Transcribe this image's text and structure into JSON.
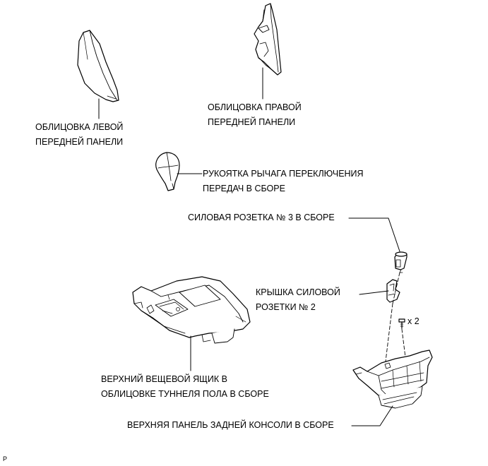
{
  "labels": {
    "left_trim": [
      "ОБЛИЦОВКА ЛЕВОЙ",
      "ПЕРЕДНЕЙ ПАНЕЛИ"
    ],
    "right_trim": [
      "ОБЛИЦОВКА ПРАВОЙ",
      "ПЕРЕДНЕЙ ПАНЕЛИ"
    ],
    "shift_knob": [
      "РУКОЯТКА РЫЧАГА ПЕРЕКЛЮЧЕНИЯ",
      "ПЕРЕДАЧ В СБОРЕ"
    ],
    "power_outlet": "СИЛОВАЯ РОЗЕТКА № 3 В СБОРЕ",
    "outlet_cover": [
      "КРЫШКА СИЛОВОЙ",
      "РОЗЕТКИ № 2"
    ],
    "screw_qty": "x 2",
    "upper_box": [
      "ВЕРХНИЙ ВЕЩЕВОЙ ЯЩИК В",
      "ОБЛИЦОВКЕ ТУННЕЛЯ ПОЛА В СБОРЕ"
    ],
    "rear_console": "ВЕРХНЯЯ ПАНЕЛЬ ЗАДНЕЙ КОНСОЛИ В СБОРЕ"
  },
  "figure_id": "P",
  "colors": {
    "line": "#000000",
    "background": "#ffffff"
  }
}
